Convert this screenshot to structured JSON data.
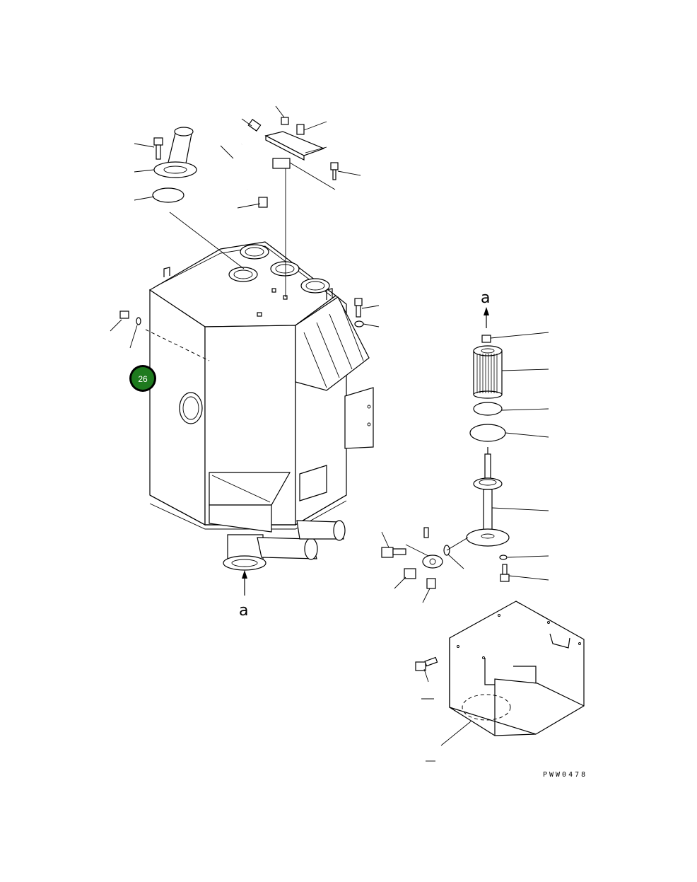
{
  "diagram": {
    "drawing_code": "PWW0478",
    "view_arrow_label_top": "a",
    "view_arrow_label_bottom": "a",
    "callout_badge": {
      "text": "26",
      "color": "#1e7a1e",
      "ring_color": "#000000"
    }
  }
}
